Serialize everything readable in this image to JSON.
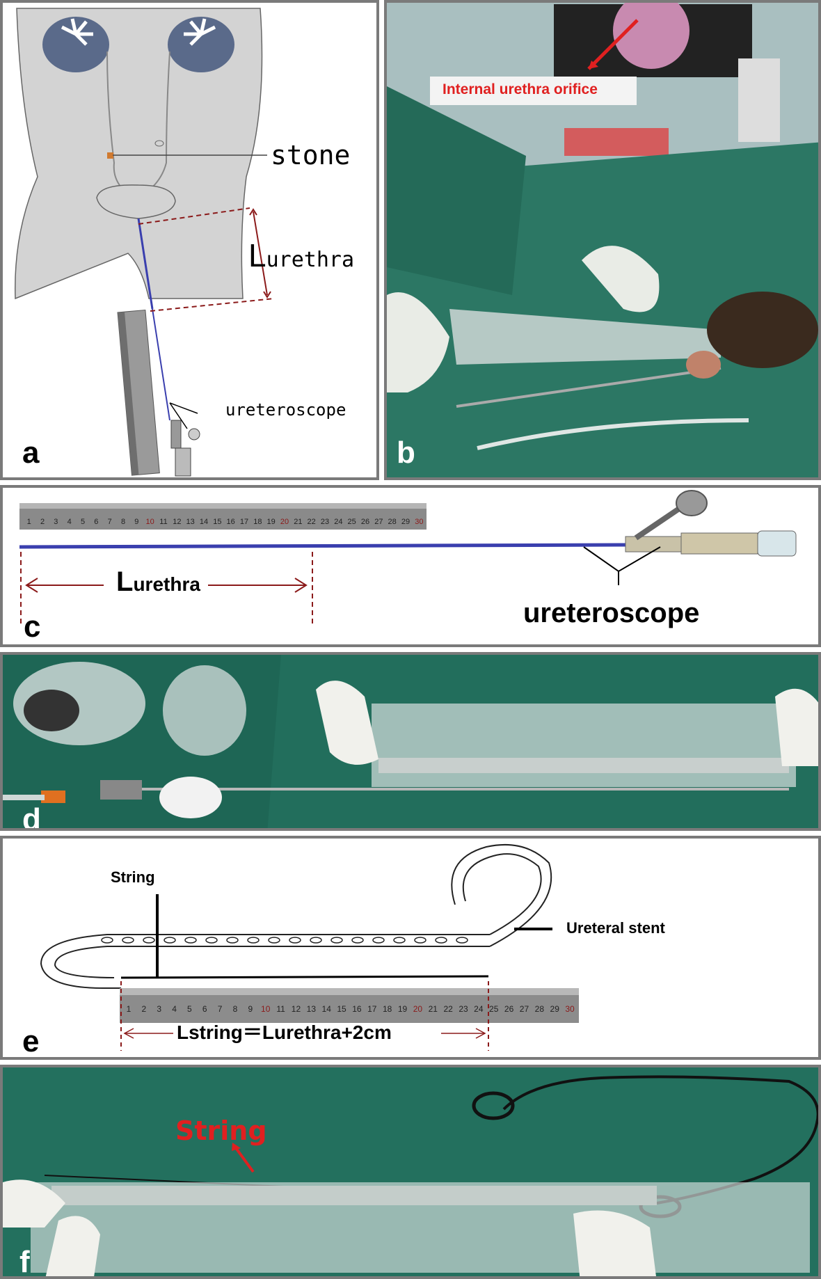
{
  "panels": {
    "a": {
      "label": "a",
      "annotations": {
        "stone": "stone",
        "l_big": "L",
        "l_rest": "urethra",
        "ureteroscope": "ureteroscope"
      }
    },
    "b": {
      "label": "b",
      "annotation": "Internal urethra orifice"
    },
    "c": {
      "label": "c",
      "length_big": "L",
      "length_rest": "urethra",
      "ureteroscope": "ureteroscope",
      "ruler_ticks": [
        "1",
        "2",
        "3",
        "4",
        "5",
        "6",
        "7",
        "8",
        "9",
        "10",
        "11",
        "12",
        "13",
        "14",
        "15",
        "16",
        "17",
        "18",
        "19",
        "20",
        "21",
        "22",
        "23",
        "24",
        "25",
        "26",
        "27",
        "28",
        "29",
        "30"
      ]
    },
    "d": {
      "label": "d"
    },
    "e": {
      "label": "e",
      "string": "String",
      "ureteral_stent": "Ureteral stent",
      "formula": "Lstring＝Lurethra+2cm",
      "ruler_ticks": [
        "1",
        "2",
        "3",
        "4",
        "5",
        "6",
        "7",
        "8",
        "9",
        "10",
        "11",
        "12",
        "13",
        "14",
        "15",
        "16",
        "17",
        "18",
        "19",
        "20",
        "21",
        "22",
        "23",
        "24",
        "25",
        "26",
        "27",
        "28",
        "29",
        "30"
      ]
    },
    "f": {
      "label": "f",
      "string": "String"
    }
  },
  "colors": {
    "panel_border": "#7a7a7a",
    "ureteroscope_blue": "#3a3fae",
    "dashed_maroon": "#8b1a1a",
    "annotation_red": "#e02020",
    "surgical_green": "#1f6b5a"
  }
}
